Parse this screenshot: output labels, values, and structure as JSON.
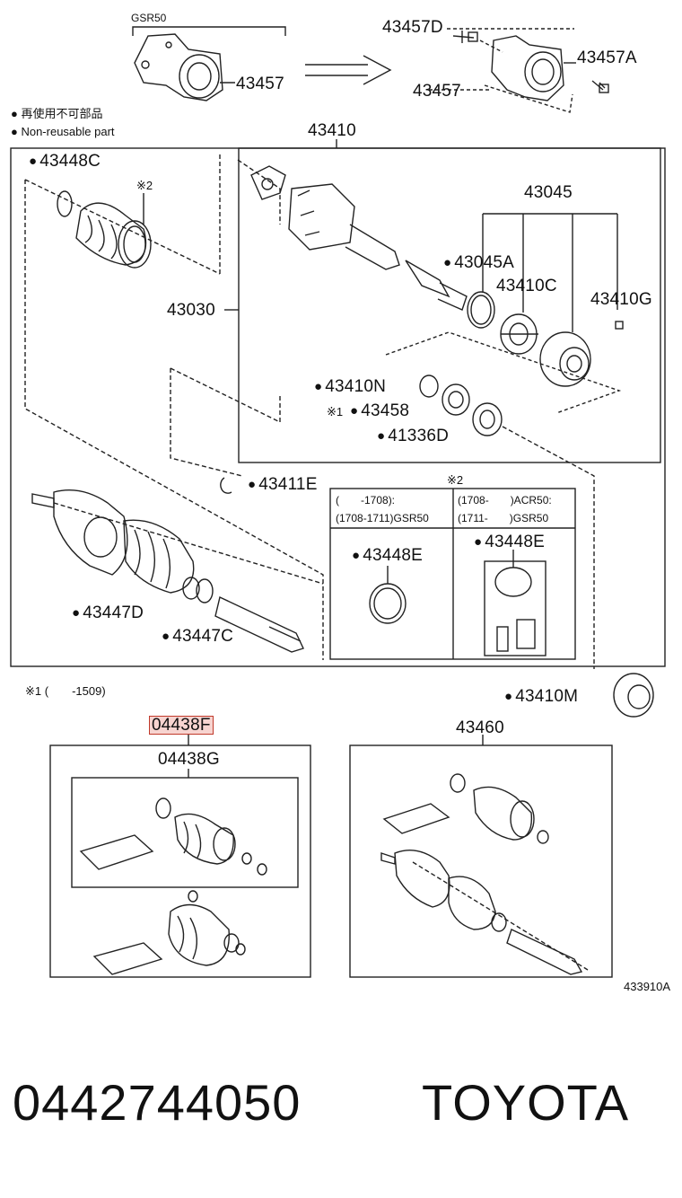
{
  "diagram": {
    "top_group_label": "GSR50",
    "top_left_part": "43457",
    "top_right_parts": {
      "a": "43457D",
      "b": "43457A",
      "c": "43457"
    },
    "legend": {
      "jp": "● 再使用不可部品",
      "en": "● Non-reusable part"
    },
    "main_assembly": "43410",
    "parts": {
      "p43448C": "43448C",
      "note2": "※2",
      "p43030": "43030",
      "p43045": "43045",
      "p43045A": "43045A",
      "p43410C": "43410C",
      "p43410G": "43410G",
      "p43410N": "43410N",
      "note1": "※1",
      "p43458": "43458",
      "p41336D": "41336D",
      "p43411E": "43411E",
      "p43447D": "43447D",
      "p43447C": "43447C",
      "p43410M": "43410M"
    },
    "table": {
      "title": "※2",
      "h1_left": "(　　-1708):",
      "h1_right": "(1708-　　)ACR50:",
      "h2_left": "(1708-1711)GSR50",
      "h2_right": "(1711-　　)GSR50",
      "cell_left": "43448E",
      "cell_right": "43448E"
    },
    "note1_text": "※1 (　　-1509)",
    "kit_highlight": "04438F",
    "kit_sub": "04438G",
    "assembly_right": "43460",
    "diagram_code": "433910A"
  },
  "footer": {
    "part_number": "0442744050",
    "brand": "TOYOTA"
  }
}
